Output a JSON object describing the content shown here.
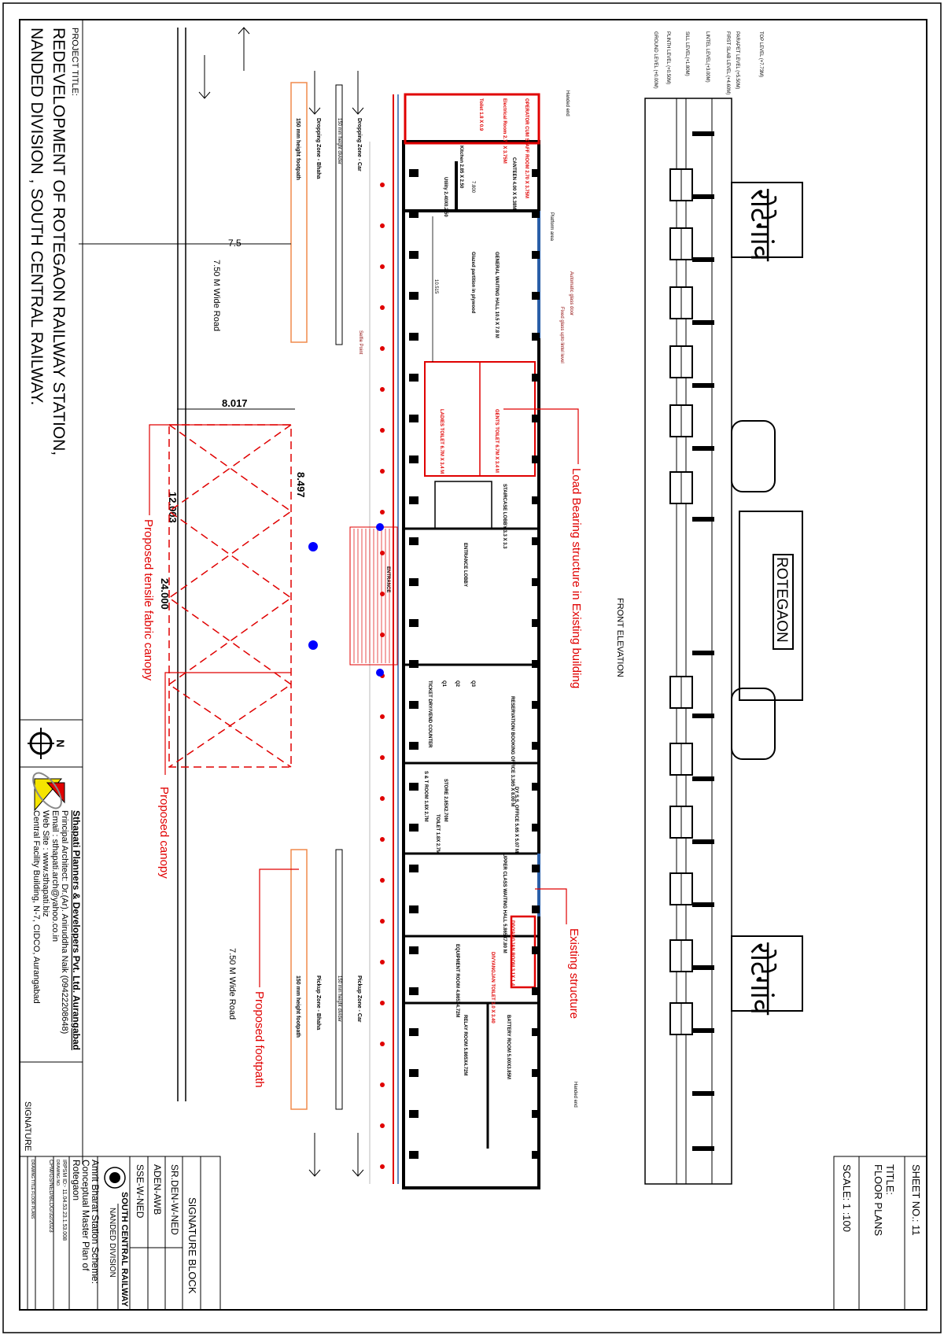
{
  "project": {
    "label": "PROJECT TITLE:",
    "line1": "REDEVELOPMENT OF ROTEGAON RAILWAY STATION,",
    "line2": "NANDED DIVISION , SOUTH CENTRAL RAILWAY."
  },
  "north": {
    "label": "N"
  },
  "firm": {
    "name": "Sthapati Planners & Developers Pvt. Ltd. Aurangabad",
    "architect": "Principal Architect: Dr.(Ar). Aniruddha Naik (09422208648)",
    "email": "Email : sthapati.arch@yahoo.co.in",
    "web": "Web Site : www.sthapati.biz",
    "address": "Central Facility Building, N-7, CIDCO, Aurangabad"
  },
  "signature_label": "SIGNATURE",
  "signature_block": {
    "title": "SIGNATURE BLOCK",
    "rows": [
      "SR.DEN-W-NED",
      "ADEN-AWB",
      "SSE-W-NED"
    ]
  },
  "railway": {
    "name": "SOUTH CENTRAL RAILWAY",
    "division": "NANDED DIVISION",
    "scheme1": "Amrit Bharat Station Scheme:",
    "scheme2": "Conceptual Master Plan of",
    "scheme3": "Rotegaon",
    "irpsm": "IRPSM ID:- 11.04.53.23.1.53.008",
    "drawing_no_label": "DRAWING NO.",
    "drawing_no": "CPM/GS/NED/BLDG/32/2023",
    "drawing_title": "DRAWING TITLE    FLOOR PLANS"
  },
  "sheet": {
    "sheet_no": "SHEET NO.: 11",
    "title_label": "TITLE:",
    "title": "FLOOR PLANS",
    "scale": "SCALE:    1 :100"
  },
  "elevation": {
    "title": "FRONT ELEVATION",
    "sign_main": "ROTEGAON",
    "sign_local": "रोटेगांव",
    "levels": [
      "TOP LEVEL (+7.73M)",
      "PARAPET LEVEL (+5.50M)",
      "FIRST SLAB LEVEL (+4.60M)",
      "LINTEL LEVEL(+3.00M)",
      "SILL LEVEL(+1.80M)",
      "PLINTH LEVEL (+0.50M)",
      "GROUND LEVEL (+0.00M)"
    ]
  },
  "plan": {
    "rooms": [
      "OPERATOR CUM STAFF ROOM 2.70 X 3.75M",
      "Electrical Room 2.70 X 3.75M",
      "Toilet 1.8 X 0.9",
      "CANTEEN 4.00 X 5.38M",
      "Kitchen 2.85 X 2.50",
      "Utility 2.40X0.2.50",
      "GENERAL WAITING HALL 10.5 X 7.8 M",
      "Glazed partition in plywood",
      "GENTS TOILET 6.7M X 3.4 M",
      "LADIES TOILET 6.7M X 3.4 M",
      "STAIRCASE LOBBY 3.3 X 3.3",
      "ENTRANCE LOBBY",
      "ENTRANCE",
      "TICKET DRY/VEND COUNTER",
      "Q1",
      "Q2",
      "Q3",
      "RESERVATION/ BOOKING OFFICE 3.365 X 8.00 M",
      "S & T ROOM 1.8X 2.7M",
      "STORE 2.85X2.70M",
      "TOILET 1.8X 2.7M",
      "DY S.S. OFFICE 5.65 X 5.07 M",
      "UPPER CLASS WAITING HALL 5.865X7.80 M",
      "DIVYANGJAN ROOM 3.1X 1.4",
      "DIVYANGJAN TOILET 3.0 X 3.40",
      "EQUIPMENT ROOM 4.865X4.72M",
      "BATTERY ROOM 5.00X3.85M",
      "RELAY ROOM 5.865X4.72M"
    ],
    "notes": [
      "Platform area",
      "Automatic glass door",
      "Fixed glass upto lintel level",
      "Selfie Point",
      "Handed end",
      "Handed end"
    ],
    "zones": [
      "Dropping Zone - Car",
      "Dropping Zone - Bhaha",
      "150 mm height footpath",
      "150 mm height divider",
      "Pickup Zone - Car",
      "Pickup Zone - Bhaha",
      "150 mm height footpath",
      "150 mm height divider"
    ],
    "roads": [
      "7.50 M Wide Road",
      "7.50 M Wide Road"
    ],
    "dims": {
      "road": "7.5",
      "d1": "8.017",
      "d2": "8.497",
      "d3": "12.003",
      "d4": "24.000",
      "hall": "7.800",
      "hall_len": "10.515"
    }
  },
  "callouts": {
    "load_bearing": "Load Bearing structure in Existing building",
    "existing": "Existing  structure",
    "tensile": "Proposed tensile fabric canopy",
    "canopy": "Proposed canopy",
    "footpath": "Proposed footpath"
  },
  "colors": {
    "proposed": "#e00000",
    "existing": "#000000",
    "glazing": "#2a5fa8",
    "footpath": "#f08a4b",
    "column": "#0000ff"
  }
}
